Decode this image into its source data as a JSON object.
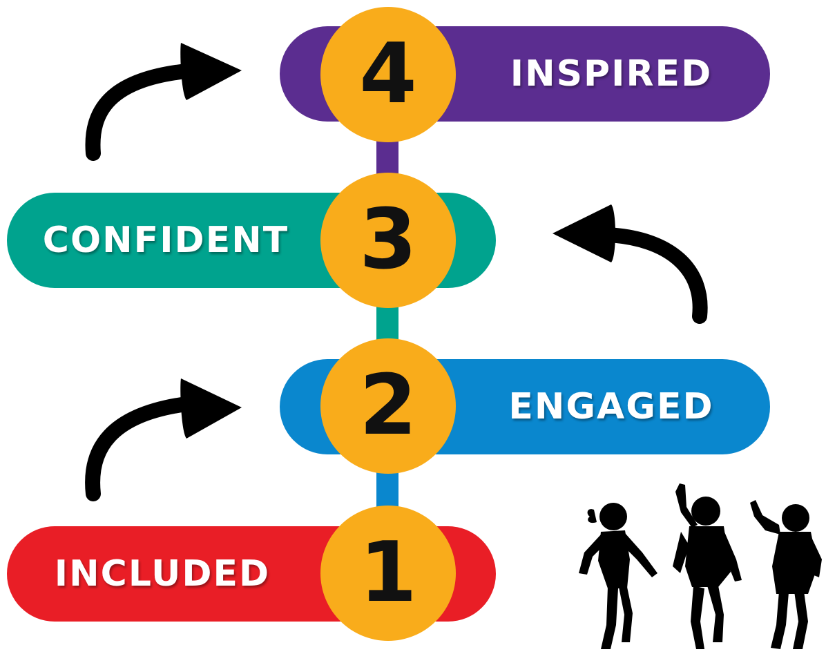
{
  "colors": {
    "included": "#E91E26",
    "engaged": "#0A87CE",
    "confident": "#00A38E",
    "inspired": "#5B2D90",
    "circle": "#F9AC1B",
    "arrow": "#000000",
    "background": "#FFFFFF"
  },
  "steps": [
    {
      "number": "1",
      "label": "INCLUDED"
    },
    {
      "number": "2",
      "label": "ENGAGED"
    },
    {
      "number": "3",
      "label": "CONFIDENT"
    },
    {
      "number": "4",
      "label": "INSPIRED"
    }
  ],
  "icons": {
    "arrow": "curved-arrow-icon",
    "children": "running-children-silhouette"
  }
}
